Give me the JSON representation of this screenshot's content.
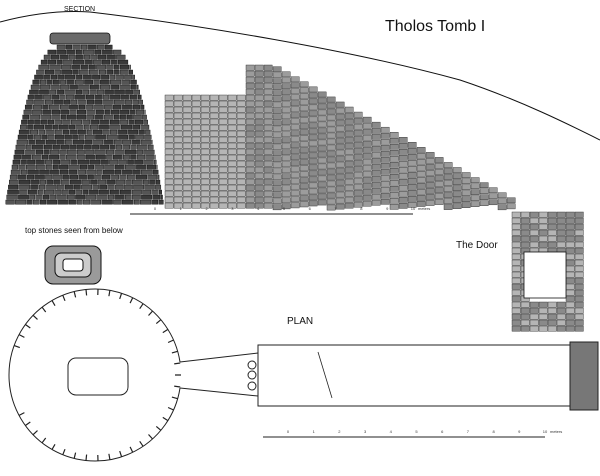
{
  "title": "Tholos Tomb I",
  "labels": {
    "section": "SECTION",
    "top_stones": "top stones seen from below",
    "door": "The Door",
    "plan": "PLAN"
  },
  "scales": {
    "section": {
      "ticks": [
        "0",
        "1",
        "2",
        "3",
        "4",
        "5",
        "6",
        "7",
        "8",
        "9",
        "10"
      ],
      "unit": "meters"
    },
    "plan": {
      "ticks": [
        "0",
        "1",
        "2",
        "3",
        "4",
        "5",
        "6",
        "7",
        "8",
        "9",
        "10"
      ],
      "unit": "meters"
    }
  },
  "colors": {
    "stone_dark": "#3a3a3a",
    "stone_mid": "#8a8a8a",
    "stone_light": "#b5b5b5",
    "line": "#111111"
  }
}
